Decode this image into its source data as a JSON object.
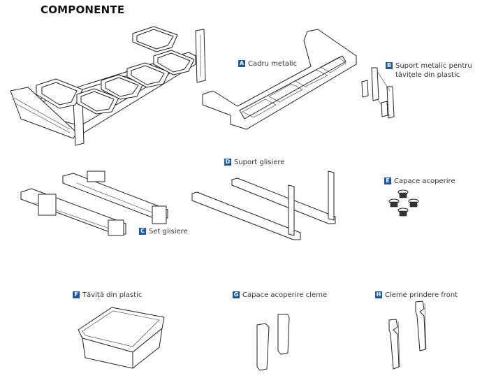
{
  "page": {
    "title": "COMPONENTE"
  },
  "components": [
    {
      "letter": "A",
      "label": "Cadru metalic"
    },
    {
      "letter": "B",
      "label": "Suport metalic pentru\ntăvițele din plastic"
    },
    {
      "letter": "C",
      "label": "Set glisiere"
    },
    {
      "letter": "D",
      "label": "Suport glisiere"
    },
    {
      "letter": "E",
      "label": "Capace acoperire"
    },
    {
      "letter": "F",
      "label": "Tăviță din plastic"
    },
    {
      "letter": "G",
      "label": "Capace acoperire cleme"
    },
    {
      "letter": "H",
      "label": "Cleme prindere front"
    }
  ],
  "colors": {
    "badge": "#1b58a8",
    "line_art": "#222222"
  }
}
